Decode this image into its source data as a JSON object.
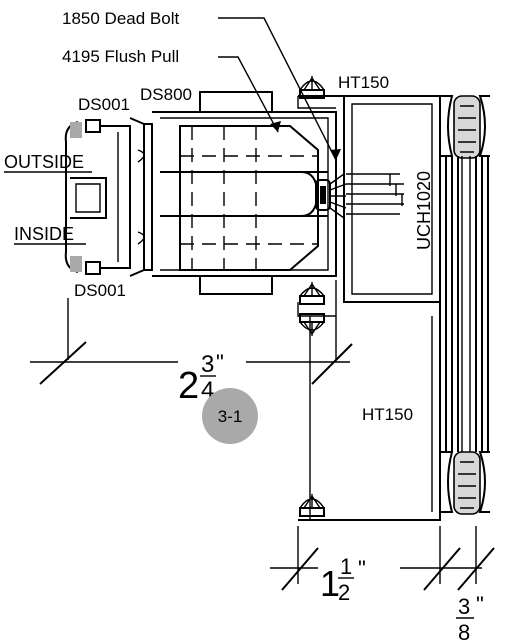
{
  "labels": {
    "dead_bolt": "1850 Dead Bolt",
    "flush_pull": "4195 Flush Pull",
    "ht150_top": "HT150",
    "ht150_side": "HT150",
    "ds001_top": "DS001",
    "ds800": "DS800",
    "outside": "OUTSIDE",
    "inside": "INSIDE",
    "ds001_bottom": "DS001",
    "uch1020": "UCH1020"
  },
  "dimensions": {
    "main": {
      "whole": "2",
      "numerator": "3",
      "denominator": "4",
      "unit": "\""
    },
    "sidelite": {
      "whole": "1",
      "numerator": "1",
      "denominator": "2",
      "unit": "\""
    },
    "glass": {
      "numerator": "3",
      "denominator": "8",
      "unit": "\""
    }
  },
  "detail_badge": "3-1",
  "colors": {
    "line": "#000000",
    "badge": "#a9a9a9",
    "background": "#ffffff"
  }
}
